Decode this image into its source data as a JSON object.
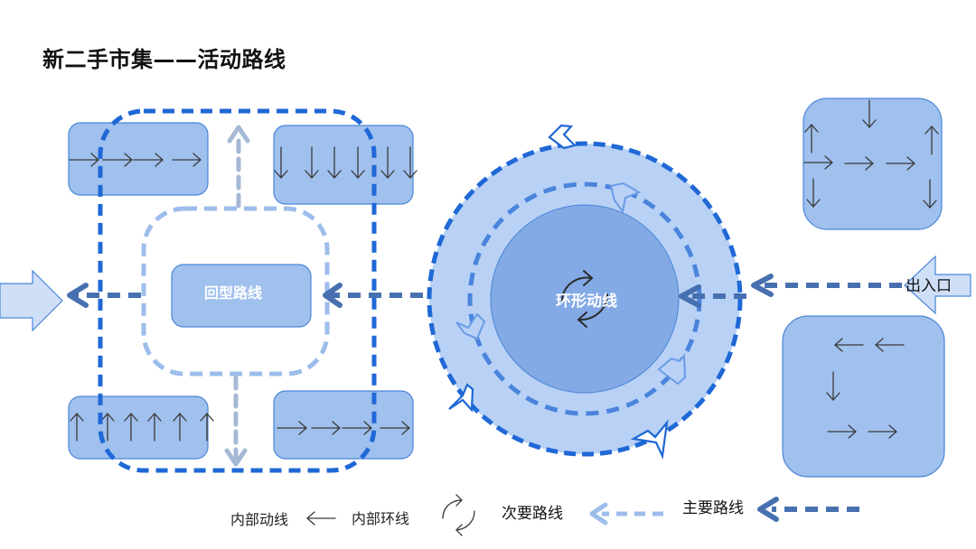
{
  "title": "新二手市集——活动路线",
  "colors": {
    "box_fill": "#a0c0ee",
    "box_stroke": "#4a86d8",
    "outer_loop": "#1f68d6",
    "inner_loop": "#9dbdeb",
    "primary_route": "#4770b0",
    "secondary_route": "#a5b9d6",
    "ring_fill": "#b8d1f5",
    "core_fill": "#84aae6",
    "inner_ring": "#4a84dc",
    "entrance_fill": "#cfdff7",
    "arrow_glyph": "#3a3a3a"
  },
  "labels": {
    "loop_route": "回型路线",
    "ring_route": "环形动线",
    "entrance": "出入口"
  },
  "stalls": [
    {
      "id": "top-left",
      "arrows": [
        "→",
        "→",
        "→",
        "→"
      ]
    },
    {
      "id": "top-right",
      "arrows": [
        "↓",
        "↓",
        "↓",
        "↓",
        "↓",
        "↓"
      ]
    },
    {
      "id": "bottom-left",
      "arrows": [
        "↑",
        "↑",
        "↑",
        "↑",
        "↑",
        "↑"
      ]
    },
    {
      "id": "bottom-right",
      "arrows": [
        "→",
        "→",
        "→",
        "→"
      ]
    },
    {
      "id": "right-top",
      "arrows": [
        "↓",
        "↑",
        "→",
        "→",
        "→",
        "↑",
        "↓",
        "↓"
      ]
    },
    {
      "id": "right-bottom",
      "arrows": [
        "←",
        "←",
        "↓",
        "→",
        "→"
      ]
    }
  ],
  "legend": {
    "internal_flow": "内部动线",
    "internal_flow_arrow": "⟵",
    "internal_loop": "内部环线",
    "secondary_route": "次要路线",
    "primary_route": "主要路线"
  }
}
